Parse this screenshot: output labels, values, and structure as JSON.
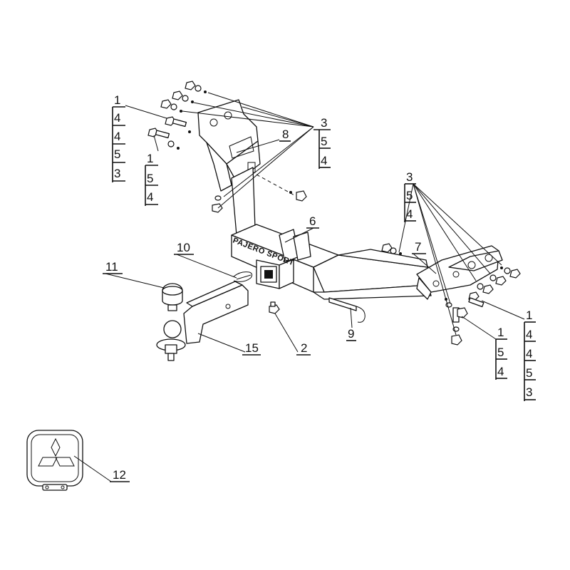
{
  "figure": {
    "brand_stamp": "PAJERO SPORT"
  },
  "callouts": {
    "left_bracket_stack": [
      "1",
      "4",
      "4",
      "5",
      "3"
    ],
    "left_bolt_stack": [
      "1",
      "5",
      "4"
    ],
    "top_fastener_stack": [
      "3",
      "5",
      "4"
    ],
    "right_top_stack": [
      "3",
      "5",
      "4"
    ],
    "right_mid_stack": [
      "1",
      "5",
      "4"
    ],
    "right_side_stack": [
      "1",
      "4",
      "4",
      "5",
      "3"
    ],
    "bracket_left": "8",
    "crossbar": "6",
    "bracket_right": "7",
    "pin_clip": "10",
    "cover_cap": "11",
    "pin": "9",
    "bolt_small": "2",
    "drawbar": "15",
    "hitch_cover": "12"
  },
  "icons": {
    "cover_emblem": "three-diamond-emblem-icon"
  }
}
